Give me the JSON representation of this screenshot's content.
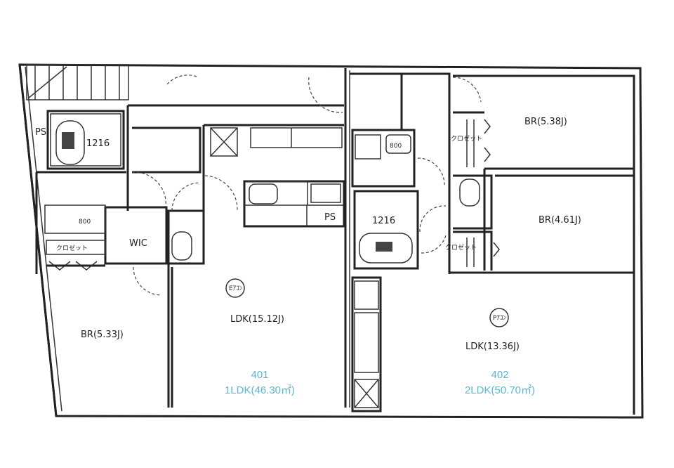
{
  "colors": {
    "unit_label": "#5bb8d0",
    "walls": "#222222"
  },
  "unit_401": {
    "number": "401",
    "type_area": "1LDK(46.30㎡)",
    "rooms": {
      "bedroom": "BR(5.33J)",
      "ldk": "LDK(15.12J)",
      "wic": "WIC",
      "bath_size": "1216",
      "washer": "800",
      "ps_1": "PS",
      "ps_2": "PS",
      "closet": "クロゼット",
      "aircon": "Eｱｺﾝ"
    }
  },
  "unit_402": {
    "number": "402",
    "type_area": "2LDK(50.70㎡)",
    "rooms": {
      "bedroom_1": "BR(5.38J)",
      "bedroom_2": "BR(4.61J)",
      "ldk": "LDK(13.36J)",
      "bath_size": "1216",
      "washer": "800",
      "closet_1": "クロゼット",
      "closet_2": "クロゼット",
      "aircon": "Pｱｺﾝ"
    }
  }
}
